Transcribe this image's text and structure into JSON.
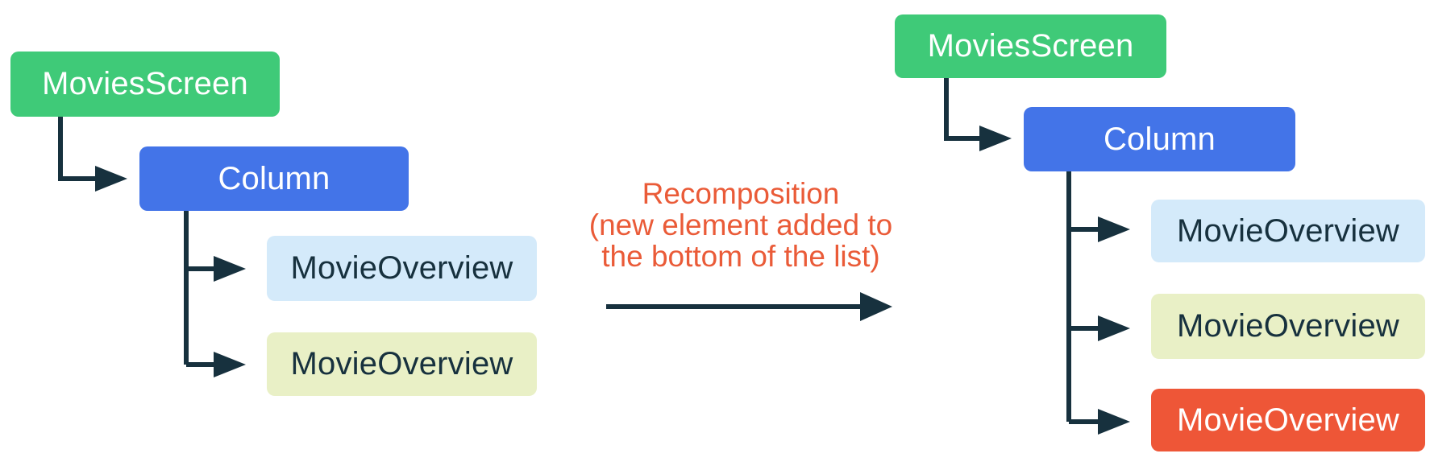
{
  "colors": {
    "background": "#ffffff",
    "node_green": "#3fca78",
    "node_blue": "#4374e8",
    "node_light_blue": "#d4eafa",
    "node_light_yellow": "#e9f0c6",
    "node_orange": "#ee5637",
    "connector": "#17313e",
    "caption_orange": "#ea5b38",
    "text_on_dark": "#ffffff",
    "text_on_light": "#17313e"
  },
  "caption": {
    "text": "Recomposition\n(new element added to\nthe bottom of the list)"
  },
  "left_tree": {
    "nodes": [
      {
        "label": "MoviesScreen",
        "color": "green"
      },
      {
        "label": "Column",
        "color": "blue"
      },
      {
        "label": "MovieOverview",
        "color": "light_blue"
      },
      {
        "label": "MovieOverview",
        "color": "light_yellow"
      }
    ]
  },
  "right_tree": {
    "nodes": [
      {
        "label": "MoviesScreen",
        "color": "green"
      },
      {
        "label": "Column",
        "color": "blue"
      },
      {
        "label": "MovieOverview",
        "color": "light_blue"
      },
      {
        "label": "MovieOverview",
        "color": "light_yellow"
      },
      {
        "label": "MovieOverview",
        "color": "orange"
      }
    ]
  }
}
